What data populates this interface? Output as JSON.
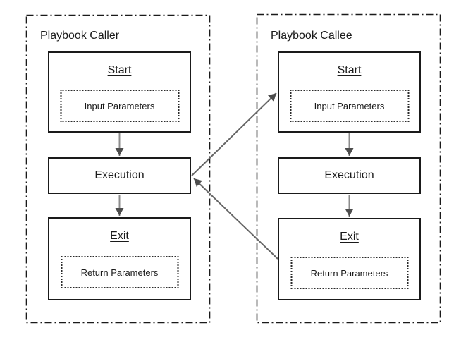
{
  "diagram": {
    "caller": {
      "title": "Playbook Caller",
      "nodes": {
        "start": {
          "label": "Start",
          "param": "Input Parameters"
        },
        "execution": {
          "label": "Execution"
        },
        "exit": {
          "label": "Exit",
          "param": "Return Parameters"
        }
      }
    },
    "callee": {
      "title": "Playbook Callee",
      "nodes": {
        "start": {
          "label": "Start",
          "param": "Input Parameters"
        },
        "execution": {
          "label": "Execution"
        },
        "exit": {
          "label": "Exit",
          "param": "Return Parameters"
        }
      }
    },
    "colors": {
      "background": "#ffffff",
      "box_border": "#1a1a1a",
      "dotted_border": "#2b2b2b",
      "container_border": "#1a1a1a",
      "arrow_line": "#666666",
      "arrow_head": "#4d4d4d",
      "vertical_arrow_line": "#8c8c8c",
      "text": "#1a1a1a"
    }
  }
}
